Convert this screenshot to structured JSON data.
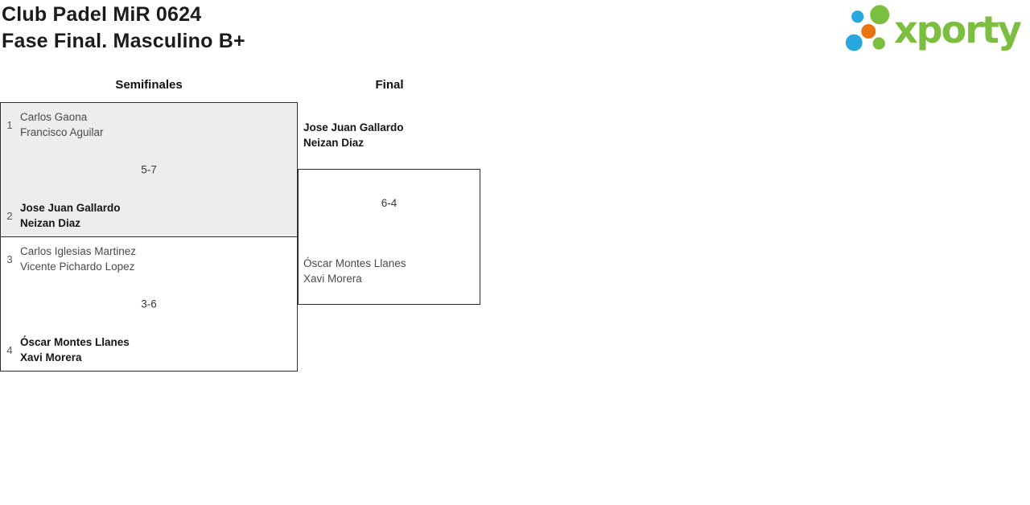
{
  "header": {
    "title_line1": "Club Padel MiR 0624",
    "title_line2": "Fase Final. Masculino B+",
    "logo_text": "xporty",
    "logo_colors": {
      "green": "#7cbe3f",
      "blue": "#29a8e0",
      "orange": "#e8740f"
    }
  },
  "bracket": {
    "rounds": [
      {
        "label": "Semifinales"
      },
      {
        "label": "Final"
      }
    ],
    "semifinals": [
      {
        "score": "5-7",
        "teams": [
          {
            "seed": "1",
            "players": [
              "Carlos Gaona",
              "Francisco Aguilar"
            ]
          },
          {
            "seed": "2",
            "players": [
              "Jose Juan Gallardo",
              "Neizan Diaz"
            ]
          }
        ]
      },
      {
        "score": "3-6",
        "teams": [
          {
            "seed": "3",
            "players": [
              "Carlos Iglesias Martinez",
              "Vicente Pichardo Lopez"
            ]
          },
          {
            "seed": "4",
            "players": [
              "Óscar Montes Llanes",
              "Xavi Morera"
            ]
          }
        ]
      }
    ],
    "final": {
      "score": "6-4",
      "teams": [
        {
          "players": [
            "Jose Juan Gallardo",
            "Neizan Diaz"
          ]
        },
        {
          "players": [
            "Óscar Montes Llanes",
            "Xavi Morera"
          ]
        }
      ]
    }
  }
}
